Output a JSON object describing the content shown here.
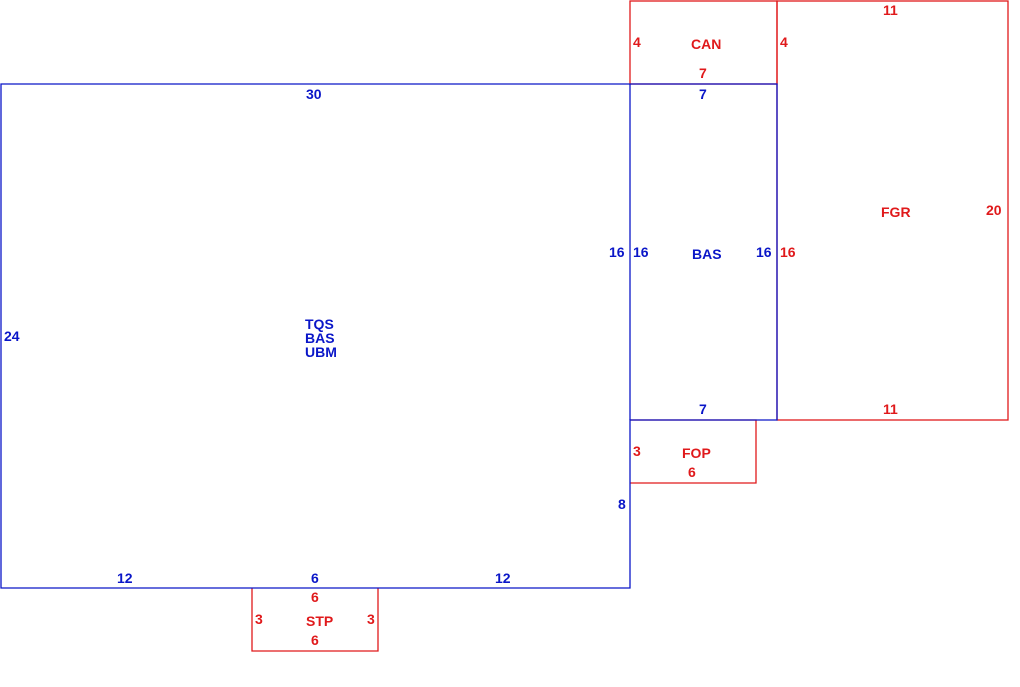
{
  "colors": {
    "main": "#0a16c8",
    "accessory": "#e0191b"
  },
  "main_area": {
    "labels": [
      "TQS",
      "BAS",
      "UBM"
    ],
    "dims": {
      "top": "30",
      "left": "24",
      "bottom_left": "12",
      "bottom_mid": "6",
      "bottom_right": "12",
      "right_lower": "8",
      "right_upper": "16"
    }
  },
  "bas": {
    "label": "BAS",
    "dims": {
      "top": "7",
      "left": "16",
      "right": "16",
      "bottom": "7"
    }
  },
  "can": {
    "label": "CAN",
    "dims": {
      "left": "4",
      "right": "4",
      "bottom": "7"
    }
  },
  "fgr": {
    "label": "FGR",
    "dims": {
      "top": "11",
      "left": "16",
      "right": "20",
      "bottom": "11"
    }
  },
  "fop": {
    "label": "FOP",
    "dims": {
      "left": "3",
      "bottom": "6"
    }
  },
  "stp": {
    "label": "STP",
    "dims": {
      "top": "6",
      "left": "3",
      "right": "3",
      "bottom": "6"
    }
  }
}
